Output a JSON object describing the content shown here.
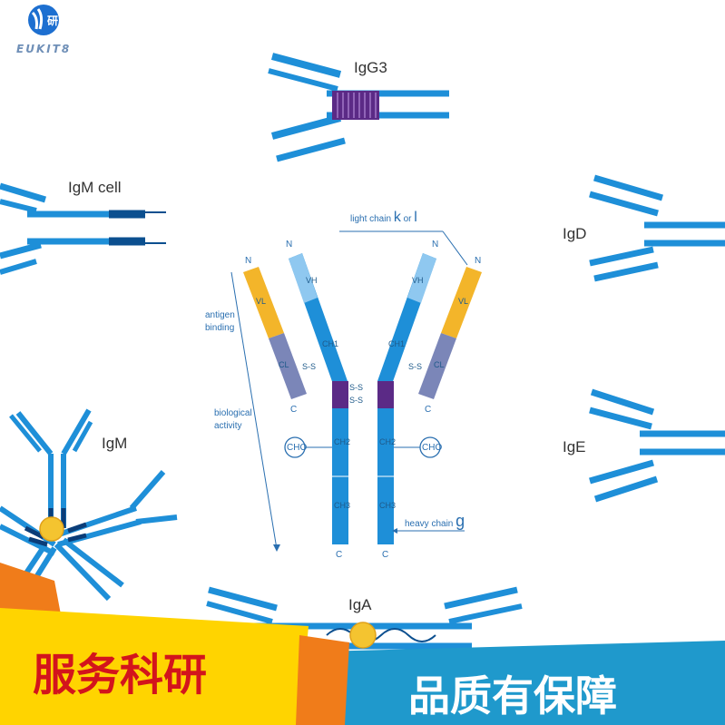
{
  "logo": {
    "text": "EUKIT8",
    "badge_glyph": "研"
  },
  "labels": {
    "igg3": "IgG3",
    "igm_cell": "IgM cell",
    "igd": "IgD",
    "igm": "IgM",
    "ige": "IgE",
    "iga": "IgA"
  },
  "annotations": {
    "light_chain_prefix": "light chain",
    "light_chain_kappa": "k",
    "light_chain_or": "or",
    "light_chain_lambda": "l",
    "antigen_binding_1": "antigen",
    "antigen_binding_2": "binding",
    "biological_activity_1": "biological",
    "biological_activity_2": "activity",
    "heavy_chain_prefix": "heavy chain",
    "heavy_chain_gamma": "g",
    "n": "N",
    "c": "C",
    "cho": "CHO",
    "ss": "S-S",
    "vl": "VL",
    "vh": "VH",
    "cl": "CL",
    "ch1": "CH1",
    "ch2": "CH2",
    "ch3": "CH3"
  },
  "banner": {
    "left": "服务科研",
    "right": "品质有保障"
  },
  "colors": {
    "chain_blue": "#1e8fd8",
    "light_blue": "#5aaee6",
    "dark_blue": "#0b4f8f",
    "hinge_purple": "#5b2a86",
    "variable_yellow": "#f3b52a",
    "constant_gray": "#7b86b8",
    "banner_orange": "#f07c1a",
    "banner_yellow": "#ffd400",
    "banner_red": "#d3141c",
    "banner_blue": "#1f99cc"
  }
}
